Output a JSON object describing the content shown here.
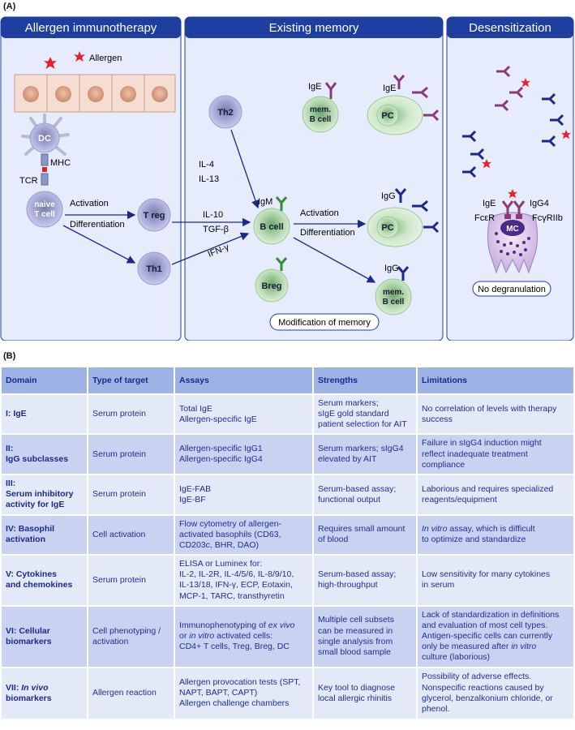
{
  "panel_a_letter": "(A)",
  "panel_b_letter": "(B)",
  "headers": {
    "immunotherapy": "Allergen immunotherapy",
    "memory": "Existing memory",
    "desensitization": "Desensitization"
  },
  "labels": {
    "allergen": "Allergen",
    "dc": "DC",
    "mhc": "MHC",
    "tcr": "TCR",
    "naive_t_cell": "naive\nT cell",
    "activation1": "Activation",
    "differentiation1": "Differentiation",
    "treg": "T reg",
    "th1": "Th1",
    "th2": "Th2",
    "il4": "IL-4",
    "il13": "IL-13",
    "il10": "IL-10",
    "tgfb": "TGF-β",
    "ifng": "IFN-γ",
    "ige_mem": "IgE",
    "mem_b_cell": "mem.\nB cell",
    "ige_pc": "IgE",
    "pc1": "PC",
    "igm": "IgM",
    "b_cell": "B cell",
    "activation2": "Activation",
    "differentiation2": "Differentiation",
    "igg_pc": "IgG",
    "pc2": "PC",
    "breg": "Breg",
    "igg_mem": "IgG",
    "mem_b_cell2": "mem.\nB cell",
    "modification": "Modification of memory",
    "ige_mc": "IgE",
    "igg4_mc": "IgG4",
    "fcer": "FcεR",
    "fcgr": "FcγRIIb",
    "mc": "MC",
    "no_degranulation": "No degranulation"
  },
  "table": {
    "columns": [
      "Domain",
      "Type of target",
      "Assays",
      "Strengths",
      "Limitations"
    ],
    "rows": [
      {
        "domain": "I: IgE",
        "target": "Serum protein",
        "assays": "Total IgE\nAllergen-specific IgE",
        "strengths": "Serum markers;\nsIgE gold standard\npatient selection for AIT",
        "limitations": "No correlation of levels with therapy\nsuccess"
      },
      {
        "domain": "II:\nIgG subclasses",
        "target": "Serum protein",
        "assays": "Allergen-specific IgG1\nAllergen-specific IgG4",
        "strengths": "Serum markers; sIgG4\nelevated by AIT",
        "limitations": "Failure in sIgG4 induction might\nreflect inadequate treatment\ncompliance"
      },
      {
        "domain": "III:\nSerum inhibitory\nactivity for IgE",
        "target": "Serum protein",
        "assays": "IgE-FAB\nIgE-BF",
        "strengths": "Serum-based assay;\nfunctional output",
        "limitations": "Laborious and requires specialized\nreagents/equipment"
      },
      {
        "domain": "IV: Basophil\nactivation",
        "target": "Cell activation",
        "assays": "Flow cytometry of allergen-\nactivated basophils (CD63,\nCD203c, BHR, DAO)",
        "strengths": "Requires small amount\nof blood",
        "limitations": "In vitro assay, which is difficult\nto optimize and standardize"
      },
      {
        "domain": "V: Cytokines\nand chemokines",
        "target": "Serum protein",
        "assays": "ELISA or Luminex for:\nIL-2, IL-2R, IL-4/5/6, IL-8/9/10,\nIL-13/18, IFN-γ, ECP, Eotaxin,\nMCP-1, TARC, transthyretin",
        "strengths": "Serum-based assay;\nhigh-throughput",
        "limitations": "Low sensitivity for many cytokines\nin serum"
      },
      {
        "domain": "VI: Cellular\nbiomarkers",
        "target": "Cell phenotyping /\nactivation",
        "assays": "Immunophenotyping of ex vivo\nor in vitro activated cells:\nCD4+ T cells, Treg, Breg, DC",
        "strengths": "Multiple cell subsets\ncan be measured in\nsingle analysis from\nsmall blood sample",
        "limitations": "Lack of standardization in definitions\nand evaluation of most cell types.\nAntigen-specific cells can currently\nonly be measured after in vitro\nculture (laborious)"
      },
      {
        "domain": "VII: In vivo\nbiomarkers",
        "target": "Allergen reaction",
        "assays": "Allergen provocation tests (SPT,\nNAPT, BAPT, CAPT)\nAllergen challenge chambers",
        "strengths": "Key tool to diagnose\nlocal allergic rhinitis",
        "limitations": "Possibility of adverse effects.\nNonspecific reactions caused by\nglycerol, benzalkonium chloride, or\nphenol."
      }
    ]
  },
  "colors": {
    "header_bg": "#1f3fa0",
    "panel_bg": "#e6ecfb",
    "arrow": "#1a2a8a",
    "ige_color": "#8a3a7a",
    "igg_color": "#1a2a8a",
    "allergen_red": "#e8202a"
  }
}
